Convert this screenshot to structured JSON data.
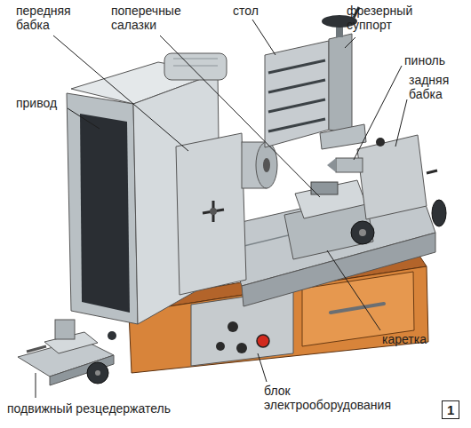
{
  "diagram": {
    "nodes": [
      {
        "text": [
          "1"
        ]
      }
    ],
    "labels": [
      "передняя бабка",
      "поперечные салазки",
      "стол",
      "фрезерный суппорт",
      "пиноль",
      "задняя бабка",
      "привод",
      "каретка",
      "подвижный резцедержатель",
      "блок электрооборудования"
    ]
  }
}
